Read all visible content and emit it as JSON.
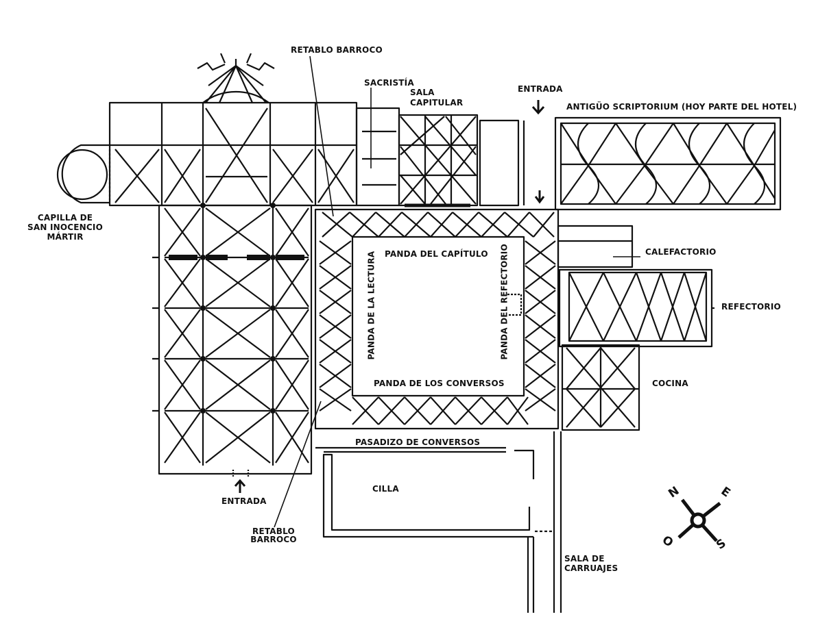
{
  "labels": {
    "retablo_top": "RETABLO BARROCO",
    "sacristia": "SACRISTÍA",
    "sala_capitular_1": "SALA",
    "sala_capitular_2": "CAPITULAR",
    "entrada_top": "ENTRADA",
    "scriptorium": "ANTIGÜO SCRIPTORIUM (HOY PARTE DEL HOTEL)",
    "capilla_1": "CAPILLA DE",
    "capilla_2": "SAN INOCENCIO",
    "capilla_3": "MÁRTIR",
    "panda_capitulo": "PANDA DEL CAPÍTULO",
    "panda_lectura": "PANDA DE LA LECTURA",
    "panda_refectorio": "PANDA DEL REFECTORIO",
    "panda_conversos": "PANDA DE LOS CONVERSOS",
    "calefactorio": "CALEFACTORIO",
    "refectorio": "REFECTORIO",
    "cocina": "COCINA",
    "pasadizo": "PASADIZO DE CONVERSOS",
    "cilla": "CILLA",
    "entrada_bottom": "ENTRADA",
    "retablo_bottom_1": "RETABLO",
    "retablo_bottom_2": "BARROCO",
    "sala_carruajes_1": "SALA DE",
    "sala_carruajes_2": "CARRUAJES"
  },
  "compass": {
    "n": "N",
    "e": "E",
    "s": "S",
    "o": "O"
  },
  "colors": {
    "ink": "#111111",
    "paper": "#ffffff"
  }
}
